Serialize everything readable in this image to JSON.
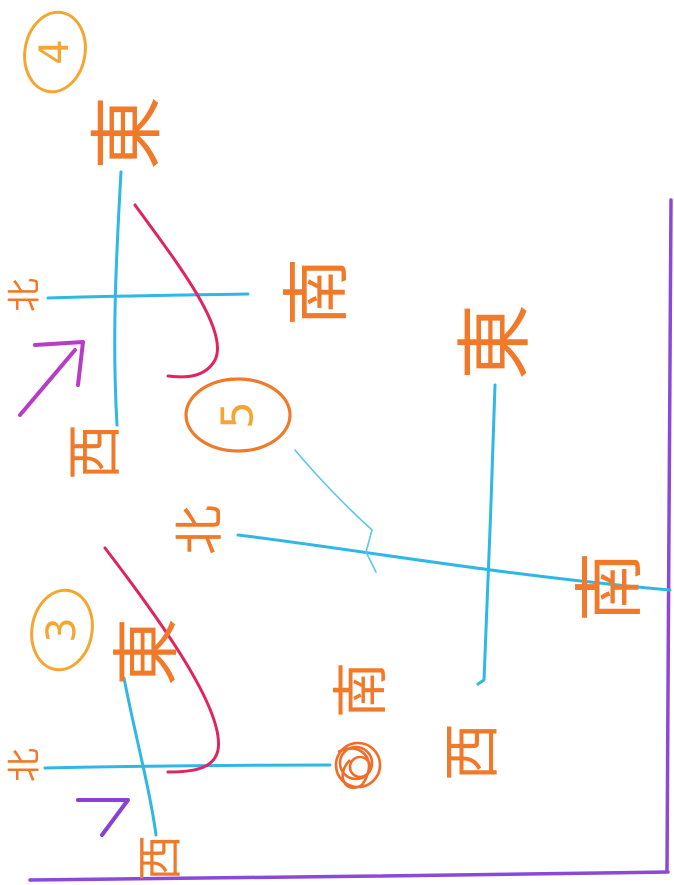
{
  "diagrams": [
    {
      "number": "4",
      "labels": {
        "east": "東",
        "west": "西",
        "south": "南",
        "north": "北"
      }
    },
    {
      "number": "5",
      "labels": {
        "east": "東",
        "west": "西",
        "south": "南",
        "north": "北"
      }
    },
    {
      "number": "3",
      "labels": {
        "east": "東",
        "west": "西",
        "south": "南",
        "north": "北"
      }
    }
  ],
  "colors": {
    "direction_labels": "#f07a2a",
    "number_circles": "#f5a631",
    "cross_lines": "#2fb7e6",
    "curved_arrows": "#e0245e",
    "pointer_arrows": "#8a3fd6",
    "page_border": "#8b48d9"
  }
}
